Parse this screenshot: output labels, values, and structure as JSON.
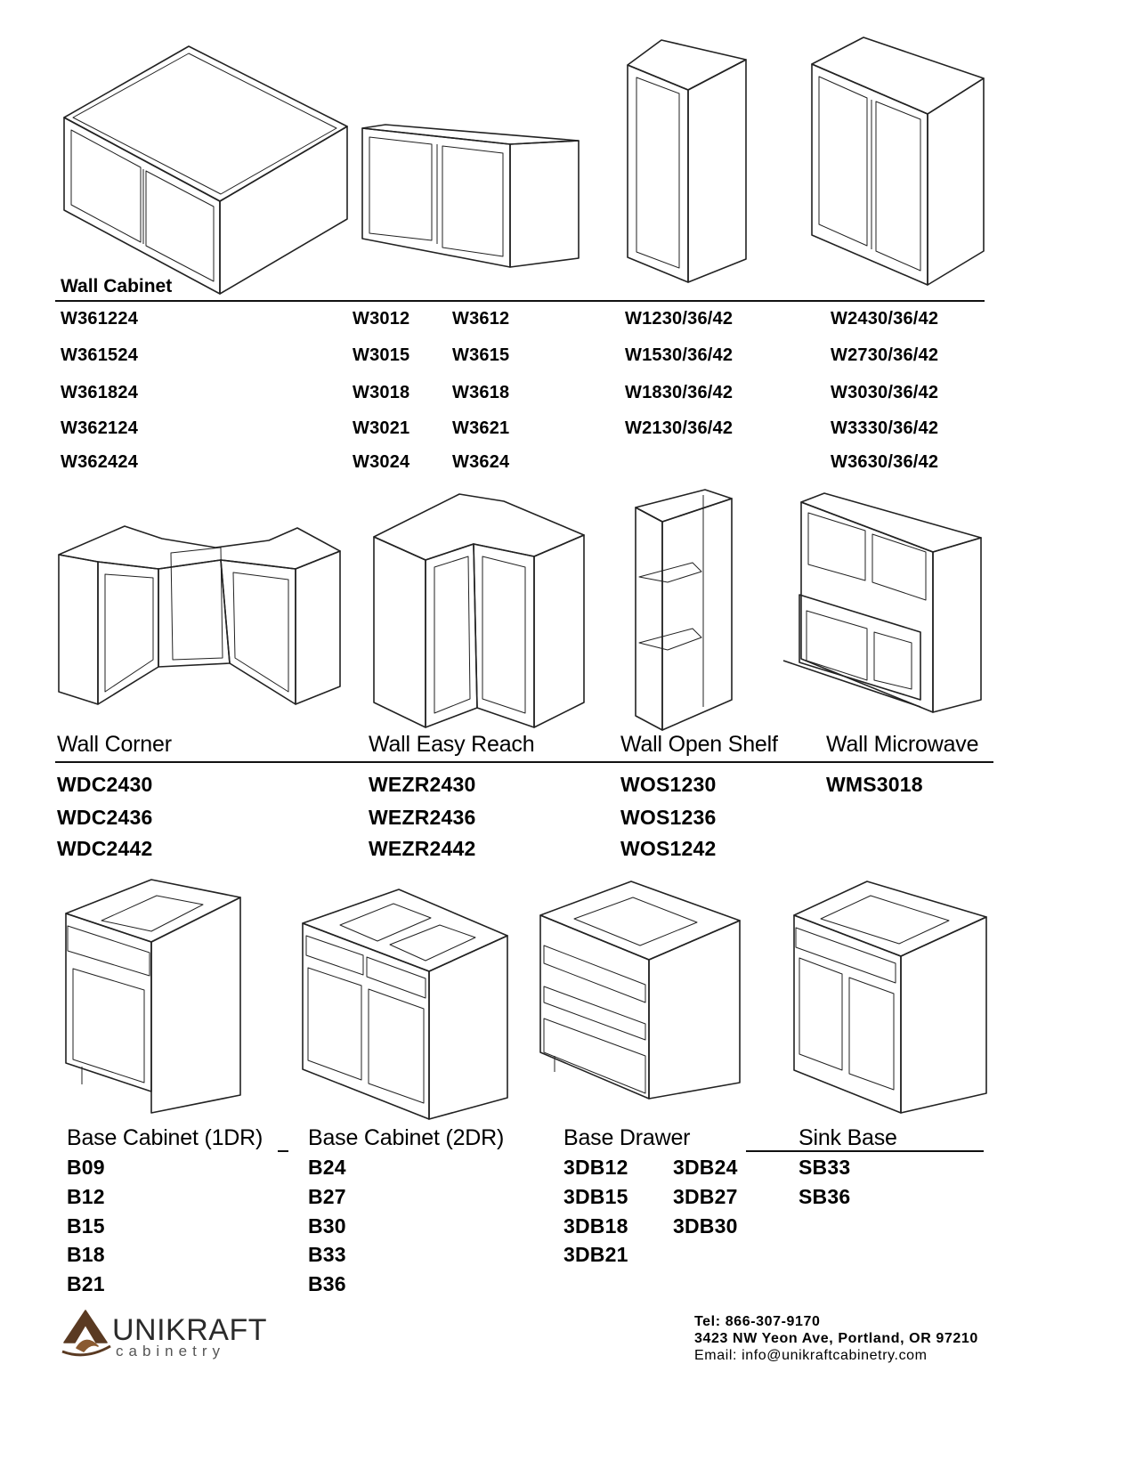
{
  "wall": {
    "title": "Wall Cabinet",
    "col1": [
      "W361224",
      "W361524",
      "W361824",
      "W362124",
      "W362424"
    ],
    "col2": [
      "W3012",
      "W3015",
      "W3018",
      "W3021",
      "W3024"
    ],
    "col3": [
      "W3612",
      "W3615",
      "W3618",
      "W3621",
      "W3624"
    ],
    "col4": [
      "W1230/36/42",
      "W1530/36/42",
      "W1830/36/42",
      "W2130/36/42"
    ],
    "col5": [
      "W2430/36/42",
      "W2730/36/42",
      "W3030/36/42",
      "W3330/36/42",
      "W3630/36/42"
    ]
  },
  "specialty": {
    "titles": [
      "Wall Corner",
      "Wall Easy Reach",
      "Wall Open Shelf",
      "Wall Microwave"
    ],
    "corner": [
      "WDC2430",
      "WDC2436",
      "WDC2442"
    ],
    "easy_reach": [
      "WEZR2430",
      "WEZR2436",
      "WEZR2442"
    ],
    "open_shelf": [
      "WOS1230",
      "WOS1236",
      "WOS1242"
    ],
    "microwave": [
      "WMS3018"
    ]
  },
  "base": {
    "titles": [
      "Base Cabinet (1DR)",
      "Base Cabinet (2DR)",
      "Base Drawer",
      "Sink Base"
    ],
    "one_door": [
      "B09",
      "B12",
      "B15",
      "B18",
      "B21"
    ],
    "two_door": [
      "B24",
      "B27",
      "B30",
      "B33",
      "B36"
    ],
    "drawer_a": [
      "3DB12",
      "3DB15",
      "3DB18",
      "3DB21"
    ],
    "drawer_b": [
      "3DB24",
      "3DB27",
      "3DB30"
    ],
    "sink": [
      "SB33",
      "SB36"
    ]
  },
  "footer": {
    "tel": "Tel: 866-307-9170",
    "address": "3423 NW Yeon Ave, Portland, OR 97210",
    "email": "Email: info@unikraftcabinetry.com",
    "logo_main": "UNIKRAFT",
    "logo_sub": "cabinetry"
  }
}
